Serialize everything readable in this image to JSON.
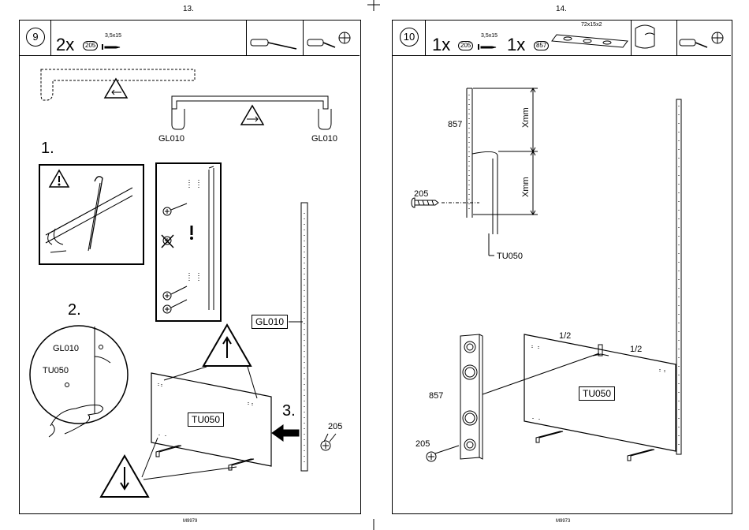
{
  "left_page": {
    "page_number": "13.",
    "footer": "M9979",
    "step_number": "9",
    "qty": "2x",
    "part_ref": "205",
    "screw_size": "3,5x15",
    "labels": {
      "gl010_a": "GL010",
      "gl010_b": "GL010",
      "gl010_c": "GL010",
      "gl010_d": "GL010",
      "tu050_a": "TU050",
      "tu050_b": "TU050",
      "part_205": "205"
    },
    "steps": {
      "s1": "1.",
      "s2": "2.",
      "s3": "3."
    },
    "icons": [
      "screwdriver-icon",
      "phillips-screwdriver-icon",
      "warning-icon",
      "arrow-up-warning-icon",
      "arrow-down-warning-icon"
    ]
  },
  "right_page": {
    "page_number": "14.",
    "footer": "M9973",
    "step_number": "10",
    "qty_a": "1x",
    "part_ref_a": "205",
    "screw_size": "3,5x15",
    "qty_b": "1x",
    "part_ref_b": "857",
    "plate_size": "72x15x2",
    "labels": {
      "part_857_a": "857",
      "part_205_a": "205",
      "xmm_a": "Xmm",
      "xmm_b": "Xmm",
      "tu050_a": "TU050",
      "half_a": "1/2",
      "half_b": "1/2",
      "part_857_b": "857",
      "tu050_b": "TU050",
      "part_205_b": "205"
    }
  }
}
